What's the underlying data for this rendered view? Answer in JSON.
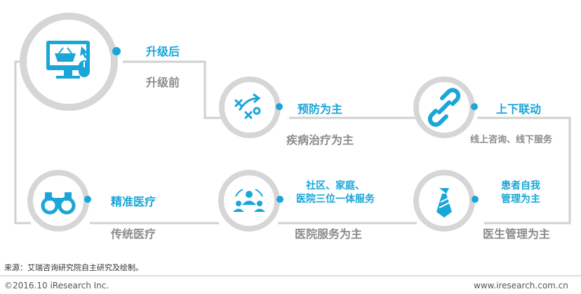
{
  "main": {
    "node_upgrade": {
      "after": "升级后",
      "before": "升级前",
      "icon": "online-shopping-icon"
    },
    "node_prevention": {
      "after": "预防为主",
      "before": "疾病治疗为主",
      "icon": "strategy-icon"
    },
    "node_linkage": {
      "after": "上下联动",
      "before": "线上咨询、线下服务",
      "icon": "link-icon"
    },
    "node_precision": {
      "after": "精准医疗",
      "before": "传统医疗",
      "icon": "binoculars-icon"
    },
    "node_community": {
      "after_line1": "社区、家庭、",
      "after_line2": "医院三位一体服务",
      "before": "医院服务为主",
      "icon": "people-network-icon"
    },
    "node_patient": {
      "after_line1": "患者自我",
      "after_line2": "管理为主",
      "before": "医生管理为主",
      "icon": "necktie-icon"
    }
  },
  "footer": {
    "source": "来源：艾瑞咨询研究院自主研究及绘制。",
    "copyright": "©2016.10 iResearch Inc.",
    "website": "www.iresearch.com.cn"
  },
  "colors": {
    "accent": "#1aa6d8",
    "ring": "#d6d6d6",
    "muted": "#8c8c8c"
  }
}
